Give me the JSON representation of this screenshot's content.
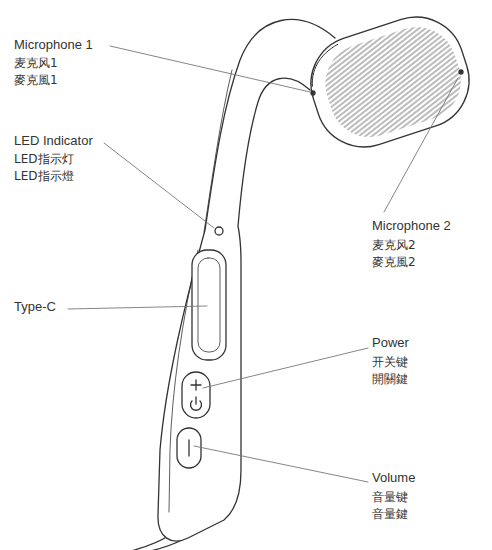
{
  "diagram": {
    "labels": [
      "Microphone 1",
      "麦克风1",
      "麥克風1",
      "LED Indicator",
      "LED指示灯",
      "LED指示燈",
      "Type-C",
      "Microphone 2",
      "麦克风2",
      "麥克風2",
      "Power",
      "开关键",
      "開關鍵",
      "Volume",
      "音量键",
      "音量鍵"
    ]
  }
}
